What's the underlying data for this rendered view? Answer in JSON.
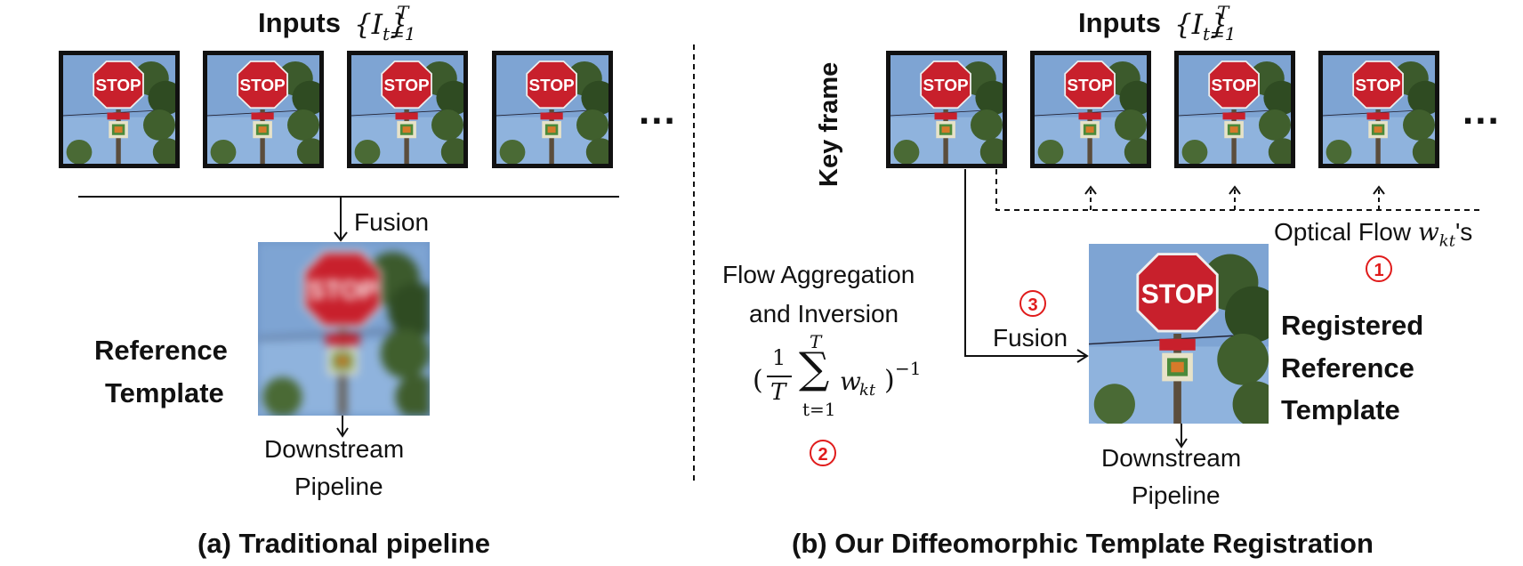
{
  "left": {
    "inputs_label": "Inputs",
    "inputs_math": "{I",
    "inputs_sub": "t=1",
    "inputs_sup": "T",
    "frame_sign_text": "STOP",
    "fusion_label": "Fusion",
    "reference_line1": "Reference",
    "reference_line2": "Template",
    "downstream_line1": "Downstream",
    "downstream_line2": "Pipeline",
    "caption": "(a) Traditional pipeline",
    "ellipsis": "..."
  },
  "right": {
    "inputs_label": "Inputs",
    "inputs_math": "{I",
    "inputs_sub": "t=1",
    "inputs_sup": "T",
    "key_frame_label": "Key frame",
    "optical_flow_label": "Optical Flow",
    "optical_flow_math": "w",
    "optical_flow_sub": "kt",
    "optical_flow_suffix": "'s",
    "step1": "1",
    "flow_agg_line1": "Flow Aggregation",
    "flow_agg_line2": "and Inversion",
    "formula_open": "(",
    "formula_num": "1",
    "formula_den": "T",
    "formula_sum_top": "T",
    "formula_sum_bottom": "t=1",
    "formula_w": "w",
    "formula_w_sub": "kt",
    "formula_close": ")",
    "formula_exp": "−1",
    "step2": "2",
    "step3": "3",
    "fusion_label": "Fusion",
    "registered_line1": "Registered",
    "registered_line2": "Reference",
    "registered_line3": "Template",
    "downstream_line1": "Downstream",
    "downstream_line2": "Pipeline",
    "caption": "(b) Our Diffeomorphic Template Registration",
    "ellipsis": "..."
  },
  "colors": {
    "sky": "#6f96c8",
    "stop_red": "#c8202c",
    "foliage": "#3c5a2c",
    "step_marker": "#e01b1b"
  }
}
